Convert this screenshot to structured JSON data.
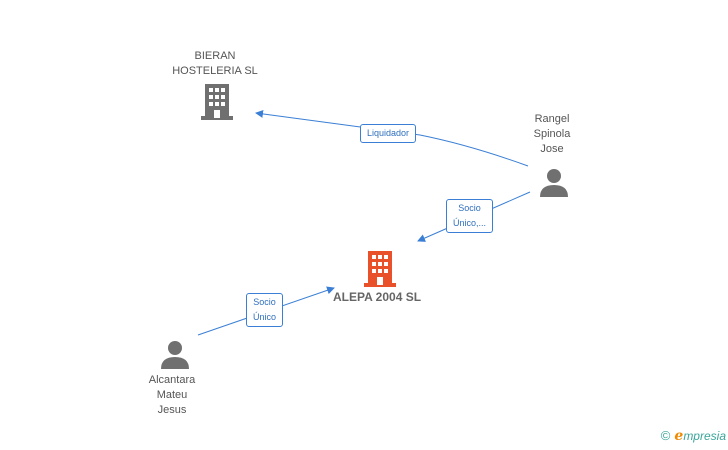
{
  "nodes": {
    "bieran": {
      "lines": [
        "BIERAN",
        "HOSTELERIA SL"
      ]
    },
    "rangel": {
      "lines": [
        "Rangel",
        "Spinola",
        "Jose"
      ]
    },
    "alepa": {
      "label": "ALEPA 2004 SL"
    },
    "alcantara": {
      "lines": [
        "Alcantara",
        "Mateu",
        "Jesus"
      ]
    }
  },
  "edges": {
    "liquidador": {
      "lines": [
        "Liquidador"
      ]
    },
    "socio_unico_1": {
      "lines": [
        "Socio",
        "Único,..."
      ]
    },
    "socio_unico_2": {
      "lines": [
        "Socio",
        "Único"
      ]
    }
  },
  "brand": {
    "copyright": "©",
    "e": "e",
    "rest": "mpresia"
  },
  "colors": {
    "company": "#707070",
    "company_focus": "#e8512a",
    "person": "#707070",
    "edge": "#3a7fd5"
  },
  "icons": {
    "company": "building-icon",
    "person": "person-icon"
  }
}
